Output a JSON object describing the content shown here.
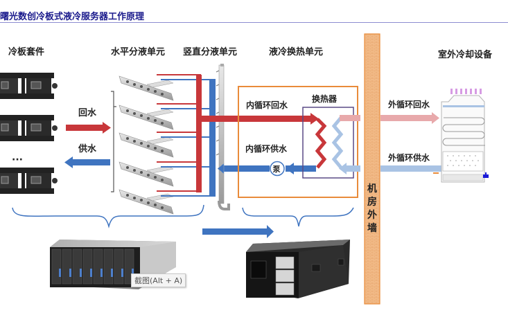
{
  "title": "曙光数创冷板式液冷服务器工作原理",
  "sections": {
    "cold_plate_kit": "冷板套件",
    "horizontal_manifold": "水平分液单元",
    "vertical_manifold": "竖直分液单元",
    "cdu": "液冷换热单元",
    "outdoor_cooling": "室外冷却设备"
  },
  "flows": {
    "return_water": "回水",
    "supply_water": "供水",
    "inner_return": "内循环回水",
    "inner_supply": "内循环供水",
    "outer_return": "外循环回水",
    "outer_supply": "外循环供水"
  },
  "components": {
    "heat_exchanger": "换热器",
    "pump": "泵",
    "ellipsis": "···",
    "wall_chars": [
      "机",
      "房",
      "外",
      "墙"
    ]
  },
  "tooltip": "截图(Alt + A)",
  "colors": {
    "hot": "#c8373a",
    "cold": "#3f74c0",
    "outer_hot": "#e8a9ab",
    "outer_cold": "#a9c3e4",
    "cdu_border": "#e98b3a",
    "hx_border": "#5a4a86",
    "wall": "#f3b57a",
    "title": "#1a1a8c"
  }
}
